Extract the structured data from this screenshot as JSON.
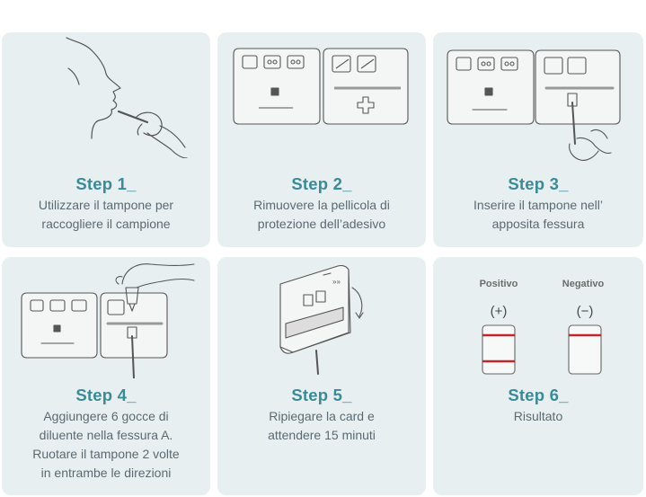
{
  "steps": [
    {
      "title": "Step 1_",
      "desc_lines": [
        "Utilizzare il tampone per",
        "raccogliere il campione"
      ]
    },
    {
      "title": "Step 2_",
      "desc_lines": [
        "Rimuovere la pellicola di",
        "protezione dell’adesivo"
      ]
    },
    {
      "title": "Step 3_",
      "desc_lines": [
        "Inserire il tampone nell’",
        "apposita fessura"
      ]
    },
    {
      "title": "Step 4_",
      "desc_lines": [
        "Aggiungere 6 gocce di",
        "diluente nella fessura A.",
        "Ruotare il tampone 2 volte",
        "in entrambe le direzioni"
      ]
    },
    {
      "title": "Step 5_",
      "desc_lines": [
        "Ripiegare la card e",
        "attendere 15 minuti"
      ]
    },
    {
      "title": "Step 6_",
      "desc_lines": [
        "Risultato"
      ]
    }
  ],
  "result": {
    "positive_label": "Positivo",
    "negative_label": "Negativo",
    "positive_sign": "(+)",
    "negative_sign": "(−)"
  },
  "colors": {
    "card_bg": "#e8eff1",
    "title": "#3b8a97",
    "text": "#5a6a72",
    "result_line": "#c0272d"
  }
}
